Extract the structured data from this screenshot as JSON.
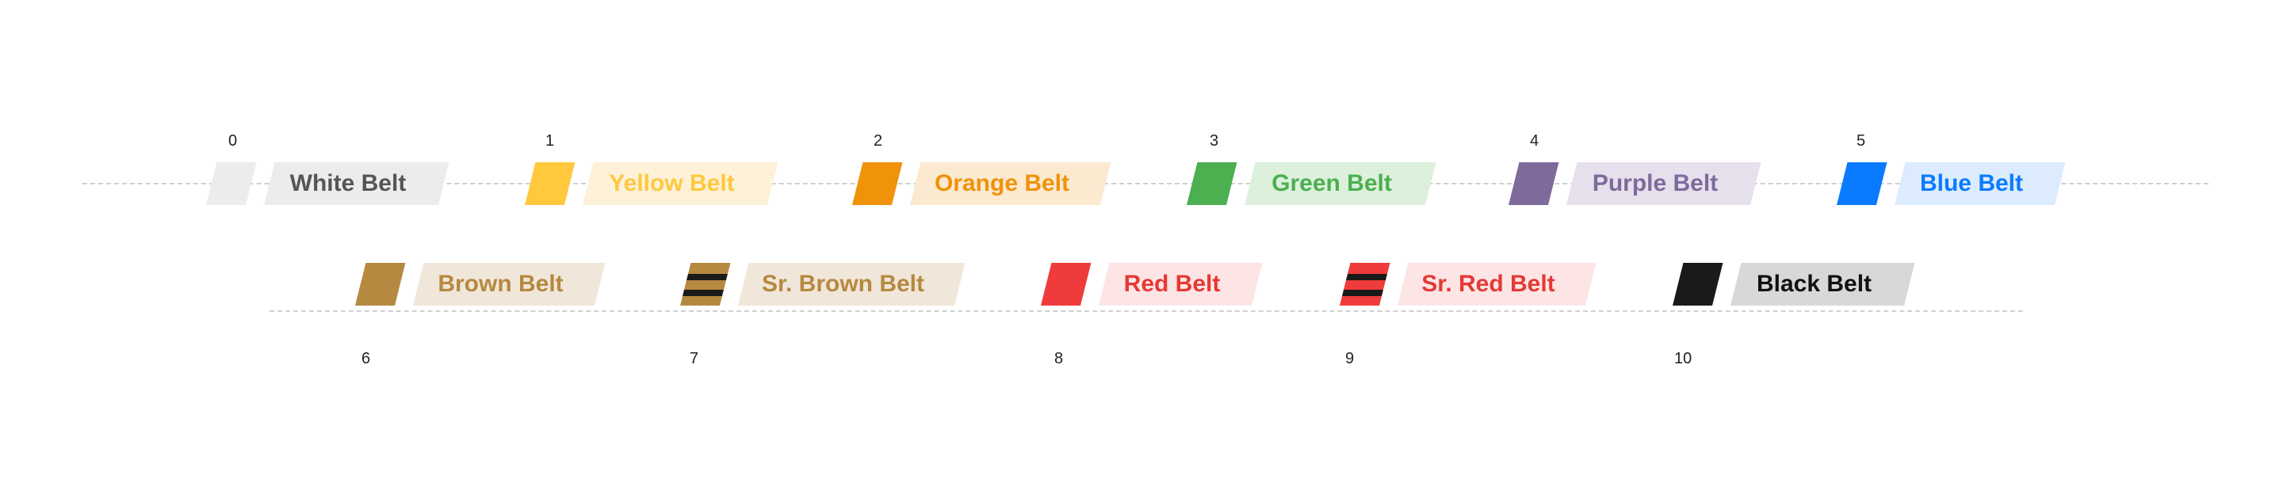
{
  "belts": [
    {
      "index": "0",
      "label": "White Belt",
      "swatch": "#ececec",
      "text": "#555555",
      "bg": "#ececec",
      "stripes": null
    },
    {
      "index": "1",
      "label": "Yellow Belt",
      "swatch": "#ffc83d",
      "text": "#ffc83d",
      "bg": "#fdf1d8",
      "stripes": null
    },
    {
      "index": "2",
      "label": "Orange Belt",
      "swatch": "#f0920a",
      "text": "#f0920a",
      "bg": "#fbe9d0",
      "stripes": null
    },
    {
      "index": "3",
      "label": "Green Belt",
      "swatch": "#4caf50",
      "text": "#4caf50",
      "bg": "#dcf0dc",
      "stripes": null
    },
    {
      "index": "4",
      "label": "Purple Belt",
      "swatch": "#7e6a9b",
      "text": "#7e6a9b",
      "bg": "#e5e0ec",
      "stripes": null
    },
    {
      "index": "5",
      "label": "Blue Belt",
      "swatch": "#0a7bff",
      "text": "#0a7bff",
      "bg": "#dcebfd",
      "stripes": null
    },
    {
      "index": "6",
      "label": "Brown Belt",
      "swatch": "#b58940",
      "text": "#b58940",
      "bg": "#f1e6da",
      "stripes": null
    },
    {
      "index": "7",
      "label": "Sr. Brown Belt",
      "swatch": "#b58940",
      "text": "#b58940",
      "bg": "#f1e6da",
      "stripes": "#1a1a1a"
    },
    {
      "index": "8",
      "label": "Red Belt",
      "swatch": "#ef3b3b",
      "text": "#e53935",
      "bg": "#fde5e5",
      "stripes": null
    },
    {
      "index": "9",
      "label": "Sr. Red Belt",
      "swatch": "#ef3b3b",
      "text": "#e53935",
      "bg": "#fde5e5",
      "stripes": "#1a1a1a"
    },
    {
      "index": "10",
      "label": "Black Belt",
      "swatch": "#1a1a1a",
      "text": "#111111",
      "bg": "#d8d8d8",
      "stripes": null
    }
  ],
  "colors": {
    "rule": "#d0d0d0",
    "index_text": "#222222"
  }
}
